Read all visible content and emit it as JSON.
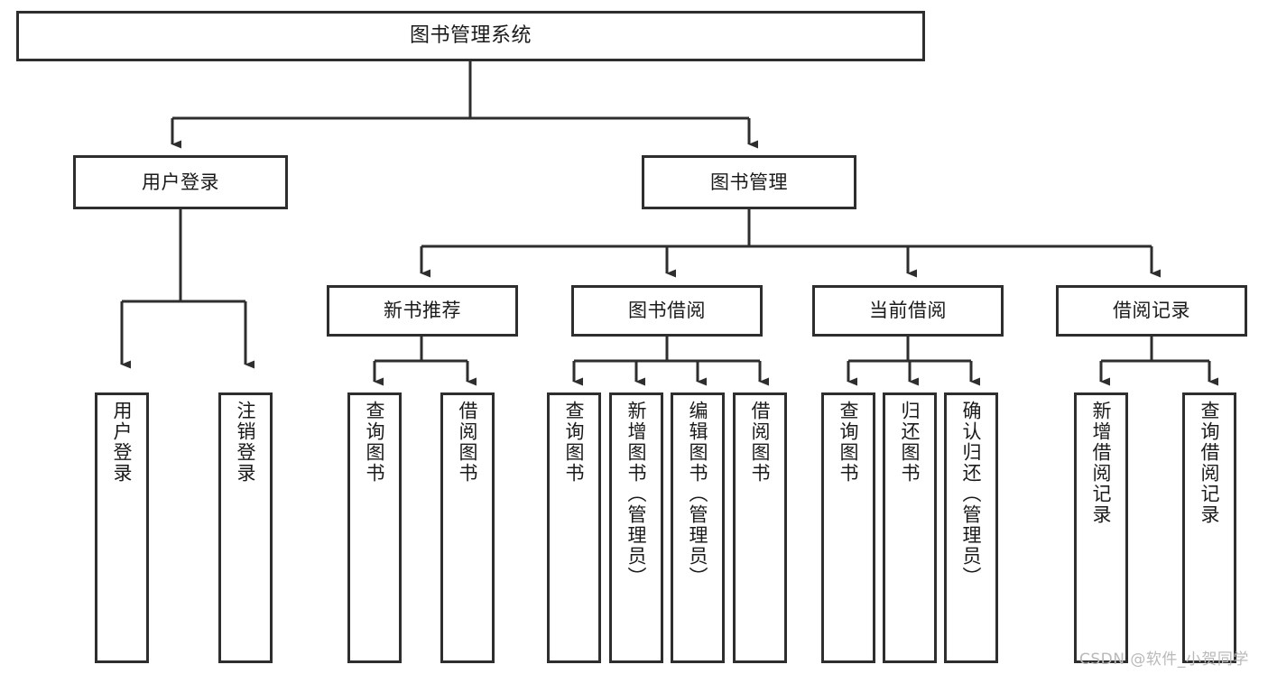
{
  "diagram": {
    "title": "图书管理系统",
    "type": "tree-hierarchy-chart",
    "watermark": "CSDN @软件_小贺同学",
    "colors": {
      "node_border": "#2e2e2e",
      "node_fill": "#ffffff",
      "edge": "#2e2e2e",
      "text": "#1a1a1a",
      "watermark": "#b9b9b9",
      "background": "#ffffff"
    },
    "nodes": {
      "root": {
        "label": "图书管理系统"
      },
      "level2": [
        {
          "id": "user-login",
          "label": "用户登录"
        },
        {
          "id": "book-management",
          "label": "图书管理"
        }
      ],
      "level3": [
        {
          "id": "new-book-recommend",
          "label": "新书推荐"
        },
        {
          "id": "book-borrow",
          "label": "图书借阅"
        },
        {
          "id": "current-borrow",
          "label": "当前借阅"
        },
        {
          "id": "borrow-record",
          "label": "借阅记录"
        }
      ],
      "leaves": {
        "user_login": [
          {
            "id": "leaf-user-login",
            "label": "用户登录"
          },
          {
            "id": "leaf-user-logout",
            "label": "注销登录"
          }
        ],
        "new_book_recommend": [
          {
            "id": "leaf-query-book-1",
            "label": "查询图书"
          },
          {
            "id": "leaf-borrow-book-1",
            "label": "借阅图书"
          }
        ],
        "book_borrow": [
          {
            "id": "leaf-query-book-2",
            "label": "查询图书"
          },
          {
            "id": "leaf-add-book",
            "label": "新增图书（管理员）"
          },
          {
            "id": "leaf-edit-book",
            "label": "编辑图书（管理员）"
          },
          {
            "id": "leaf-borrow-book-2",
            "label": "借阅图书"
          }
        ],
        "current_borrow": [
          {
            "id": "leaf-query-book-3",
            "label": "查询图书"
          },
          {
            "id": "leaf-return-book",
            "label": "归还图书"
          },
          {
            "id": "leaf-confirm-return",
            "label": "确认归还（管理员）"
          }
        ],
        "borrow_record": [
          {
            "id": "leaf-add-record",
            "label": "新增借阅记录"
          },
          {
            "id": "leaf-query-record",
            "label": "查询借阅记录"
          }
        ]
      }
    }
  }
}
